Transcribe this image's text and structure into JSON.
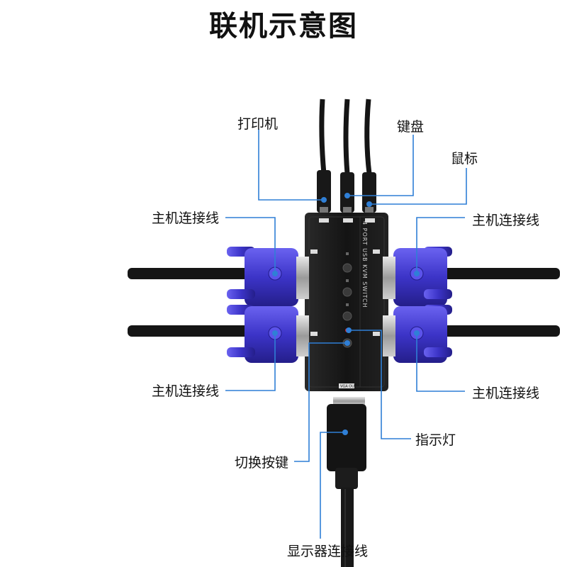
{
  "title": "联机示意图",
  "labels": {
    "printer": "打印机",
    "keyboard": "键盘",
    "mouse": "鼠标",
    "host_top_left": "主机连接线",
    "host_top_right": "主机连接线",
    "host_bottom_left": "主机连接线",
    "host_bottom_right": "主机连接线",
    "indicator": "指示灯",
    "switch_button": "切换按键",
    "monitor_cable": "显示器连接线"
  },
  "device": {
    "model_text": "4 PORT USB KVM SWITCH",
    "vga_out": "VGA OUT"
  },
  "colors": {
    "callout_line": "#2f7fd6",
    "connector_blue": "#3c34c8",
    "device_body": "#141414",
    "indicator_led": "#e0202a"
  }
}
